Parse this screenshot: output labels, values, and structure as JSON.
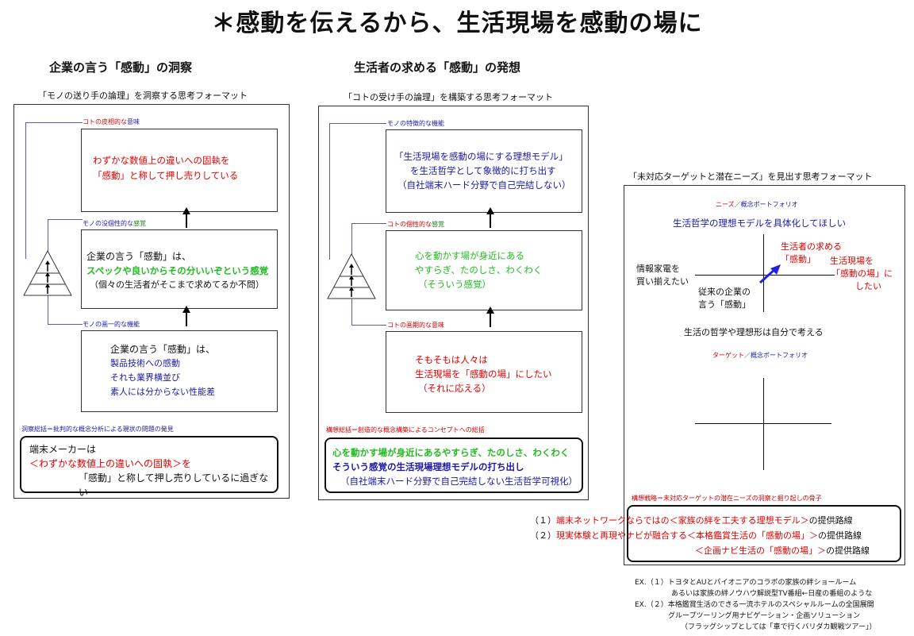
{
  "title": "＊感動を伝えるから、生活現場を感動の場に",
  "left": {
    "heading": "企業の言う「感動」の洞察",
    "subheading": "「モノの送り手の論理」を洞察する思考フォーマット",
    "label_top_a": "コト",
    "label_top_b": "の皮相的な",
    "label_top_c": "意味",
    "box_top": [
      "わずかな数値上の違いへの固執を",
      "「感動」と称して押し売りしている"
    ],
    "label_mid_a": "モノ",
    "label_mid_b": "の没個性的な",
    "label_mid_c": "感覚",
    "box_mid_1": "企業の言う「感動」は、",
    "box_mid_2": "スペックや良いからその分いいぞという感覚",
    "box_mid_3": "（個々の生活者がそこまで求めてるか不問）",
    "label_bot_a": "モノ",
    "label_bot_b": "の画一的な",
    "label_bot_c": "機能",
    "box_bot": [
      "企業の言う「感動」は、",
      "製品技術への感動",
      "それも業界横並び",
      "素人には分からない性能差"
    ],
    "summary_label_a": "洞察総括＝",
    "summary_label_b": "批判的な概念分析による現状の問題の発見",
    "summary_1": "端末メーカーは",
    "summary_2": "＜わずかな数値上の違いへの固執＞を",
    "summary_3": "「感動」と称して押し売りしているに過ぎない"
  },
  "middle": {
    "heading": "生活者の求める「感動」の発想",
    "subheading": "「コトの受け手の論理」を構築する思考フォーマット",
    "label_top_a": "モノ",
    "label_top_b": "の特徴的な",
    "label_top_c": "機能",
    "box_top": [
      "「生活現場を感動の場にする理想モデル」",
      "を生活哲学として象徴的に打ち出す",
      "（自社端末ハード分野で自己完結しない）"
    ],
    "label_mid_a": "コト",
    "label_mid_b": "の個性的な",
    "label_mid_c": "感覚",
    "box_mid": [
      "心を動かす場が身近にある",
      "やすらぎ、たのしさ、わくわく",
      "（そういう感覚）"
    ],
    "label_bot_a": "コト",
    "label_bot_b": "の画期的な",
    "label_bot_c": "意味",
    "box_bot": [
      "そもそもは人々は",
      "生活現場を「感動の場」にしたい",
      "（それに応える）"
    ],
    "summary_label_a": "構想総括＝",
    "summary_label_b": "創造的な概念構築によるコンセプトへの総括",
    "summary": [
      "心を動かす場が身近にあるやすらぎ、たのしさ、わくわく",
      "そういう感覚の生活現場理想モデルの打ち出し",
      "（自社端末ハード分野で自己完結しない生活哲学可視化）"
    ]
  },
  "right": {
    "subheading": "「未対応ターゲットと潜在ニーズ」を見出す思考フォーマット",
    "needs_label_a": "ニーズ",
    "needs_label_b": "／概念ポートフォリオ",
    "needs_text": "生活哲学の理想モデルを具体化してほしい",
    "q_left": [
      "情報家電を",
      "買い揃えたい"
    ],
    "q_center": [
      "従来の企業の",
      "言う「感動」"
    ],
    "q_topright": [
      "生活者の求める",
      "「感動」"
    ],
    "q_right": [
      "生活現場を",
      "「感動の場」に",
      "したい"
    ],
    "bottom_text": "生活の哲学や理想形は自分で考える",
    "target_label_a": "ターゲット",
    "target_label_b": "／概念ポートフォリオ",
    "strategy_label_a": "構想戦略＝",
    "strategy_label_b": "未対応ターゲットの潜在ニーズの洞察と掘り起しの骨子",
    "plan_1_num": "（１）",
    "plan_1_red": "端末ネットワークならではの＜家族の絆を工夫する理想モデル＞",
    "plan_1_end": "の提供路線",
    "plan_2_num": "（２）",
    "plan_2_red": "現実体験と再現やナビが融合する＜本格鑑賞生活の「感動の場」＞",
    "plan_2_end": "の提供路線",
    "plan_3_red": "＜企画ナビ生活の「感動の場」＞",
    "plan_3_end": "の提供路線",
    "ex": [
      "EX.（１）トヨタとAUとパイオニアのコラボの家族の絆ショールーム",
      "あるいは家族の絆ノウハウ解説型TV番組←日産の番組のような",
      "EX.（２）本格鑑賞生活のできる一流ホテルのスペシャルルームの全国展開",
      "グループツーリング用ナビゲーション・企画ソリューション",
      "（フラッグシップとしては「車で行くバリダカ観戦ツアー」）"
    ]
  }
}
